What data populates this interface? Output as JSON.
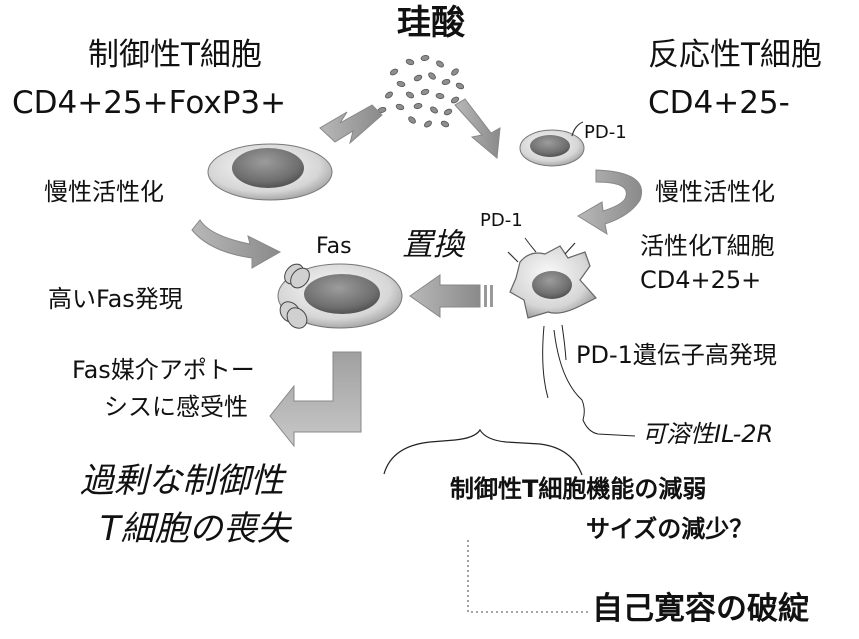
{
  "silicate": "珪酸",
  "treg": {
    "name": "制御性T細胞",
    "markers": "CD4+25+FoxP3+"
  },
  "responder": {
    "name": "反応性T細胞",
    "markers": "CD4+25-"
  },
  "pd1_label_upper": "PD-1",
  "pd1_label_lower": "PD-1",
  "chronic_activation_left": "慢性活性化",
  "chronic_activation_right": "慢性活性化",
  "fas_label": "Fas",
  "replacement": "置換",
  "activated_t": {
    "name": "活性化T細胞",
    "markers": "CD4+25+"
  },
  "high_fas": "高いFas発現",
  "pd1_high_expression": "PD-1遺伝子高発現",
  "fas_apoptosis_line1": "Fas媒介アポトー",
  "fas_apoptosis_line2": "シスに感受性",
  "soluble_il2r": "可溶性IL-2R",
  "treg_loss_line1": "過剰な制御性",
  "treg_loss_line2": "T細胞の喪失",
  "treg_weaken_line1": "制御性T細胞機能の減弱",
  "treg_weaken_line2": "サイズの減少？",
  "self_tolerance": "自己寛容の破綻",
  "icons": {
    "particles": "silica-particles-icon",
    "treg_cell": "treg-cell-icon",
    "responder_cell": "responder-cell-icon",
    "fas_cell": "fas-cell-icon",
    "activated_cell": "activated-cell-icon"
  }
}
